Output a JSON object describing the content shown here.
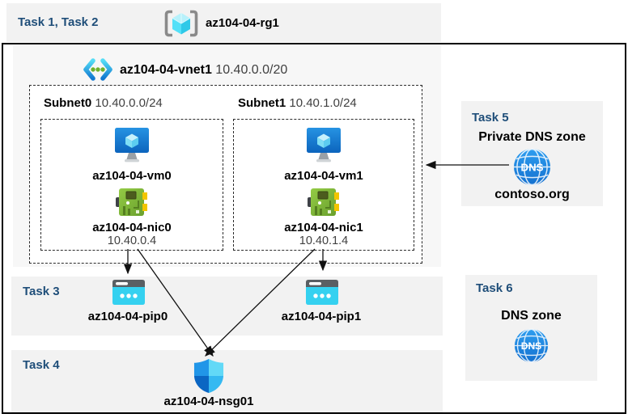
{
  "colors": {
    "task_label_blue": "#1F4E79",
    "band_gray": "#F2F2F2",
    "vnet_gray": "#F7F7F7",
    "azure_blue": "#0F7BD4",
    "nic_green": "#7FB936",
    "pip_cyan": "#35D1F0",
    "dns_blue": "#1B8DE8",
    "frame_border": "#000000"
  },
  "header": {
    "tasks_label": "Task 1, Task 2",
    "resource_group": "az104-04-rg1"
  },
  "vnet": {
    "name": "az104-04-vnet1",
    "cidr": "10.40.0.0/20"
  },
  "subnets": [
    {
      "name": "Subnet0",
      "cidr": "10.40.0.0/24",
      "vm_name": "az104-04-vm0",
      "nic_name": "az104-04-nic0",
      "nic_ip": "10.40.0.4"
    },
    {
      "name": "Subnet1",
      "cidr": "10.40.1.0/24",
      "vm_name": "az104-04-vm1",
      "nic_name": "az104-04-nic1",
      "nic_ip": "10.40.1.4"
    }
  ],
  "task3": {
    "label": "Task 3",
    "pip0_name": "az104-04-pip0",
    "pip1_name": "az104-04-pip1"
  },
  "task4": {
    "label": "Task 4",
    "nsg_name": "az104-04-nsg01"
  },
  "task5": {
    "label": "Task 5",
    "title": "Private DNS zone",
    "zone_name": "contoso.org",
    "dns_icon_label": "DNS"
  },
  "task6": {
    "label": "Task 6",
    "title": "DNS zone",
    "dns_icon_label": "DNS"
  }
}
